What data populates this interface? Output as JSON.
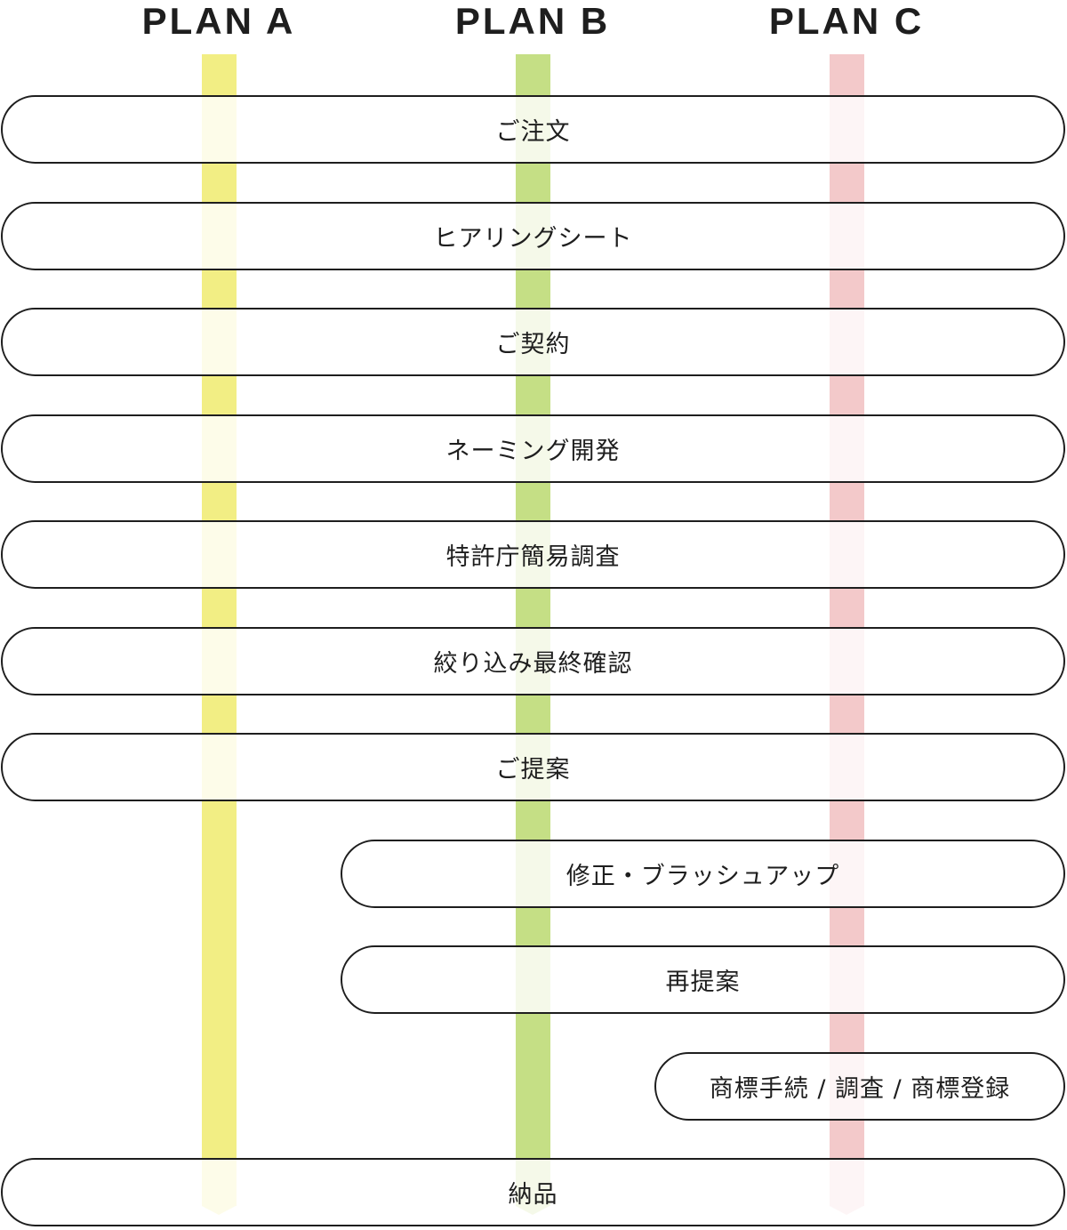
{
  "plans": [
    {
      "label": "PLAN A",
      "color": "#f2ee84"
    },
    {
      "label": "PLAN B",
      "color": "#c5df85"
    },
    {
      "label": "PLAN C",
      "color": "#f3c9ca"
    }
  ],
  "steps": [
    {
      "label": "ご注文",
      "plans": [
        "A",
        "B",
        "C"
      ]
    },
    {
      "label": "ヒアリングシート",
      "plans": [
        "A",
        "B",
        "C"
      ]
    },
    {
      "label": "ご契約",
      "plans": [
        "A",
        "B",
        "C"
      ]
    },
    {
      "label": "ネーミング開発",
      "plans": [
        "A",
        "B",
        "C"
      ]
    },
    {
      "label": "特許庁簡易調査",
      "plans": [
        "A",
        "B",
        "C"
      ]
    },
    {
      "label": "絞り込み最終確認",
      "plans": [
        "A",
        "B",
        "C"
      ]
    },
    {
      "label": "ご提案",
      "plans": [
        "A",
        "B",
        "C"
      ]
    },
    {
      "label": "修正・ブラッシュアップ",
      "plans": [
        "B",
        "C"
      ]
    },
    {
      "label": "再提案",
      "plans": [
        "B",
        "C"
      ]
    },
    {
      "label": "商標手続 / 調査 / 商標登録",
      "plans": [
        "C"
      ]
    },
    {
      "label": "納品",
      "plans": [
        "A",
        "B",
        "C"
      ]
    }
  ],
  "chart_data": {
    "type": "table",
    "title": "",
    "columns": [
      "PLAN A",
      "PLAN B",
      "PLAN C"
    ],
    "rows": [
      {
        "step": "ご注文",
        "A": true,
        "B": true,
        "C": true
      },
      {
        "step": "ヒアリングシート",
        "A": true,
        "B": true,
        "C": true
      },
      {
        "step": "ご契約",
        "A": true,
        "B": true,
        "C": true
      },
      {
        "step": "ネーミング開発",
        "A": true,
        "B": true,
        "C": true
      },
      {
        "step": "特許庁簡易調査",
        "A": true,
        "B": true,
        "C": true
      },
      {
        "step": "絞り込み最終確認",
        "A": true,
        "B": true,
        "C": true
      },
      {
        "step": "ご提案",
        "A": true,
        "B": true,
        "C": true
      },
      {
        "step": "修正・ブラッシュアップ",
        "A": false,
        "B": true,
        "C": true
      },
      {
        "step": "再提案",
        "A": false,
        "B": true,
        "C": true
      },
      {
        "step": "商標手続 / 調査 / 商標登録",
        "A": false,
        "B": false,
        "C": true
      },
      {
        "step": "納品",
        "A": true,
        "B": true,
        "C": true
      }
    ]
  }
}
